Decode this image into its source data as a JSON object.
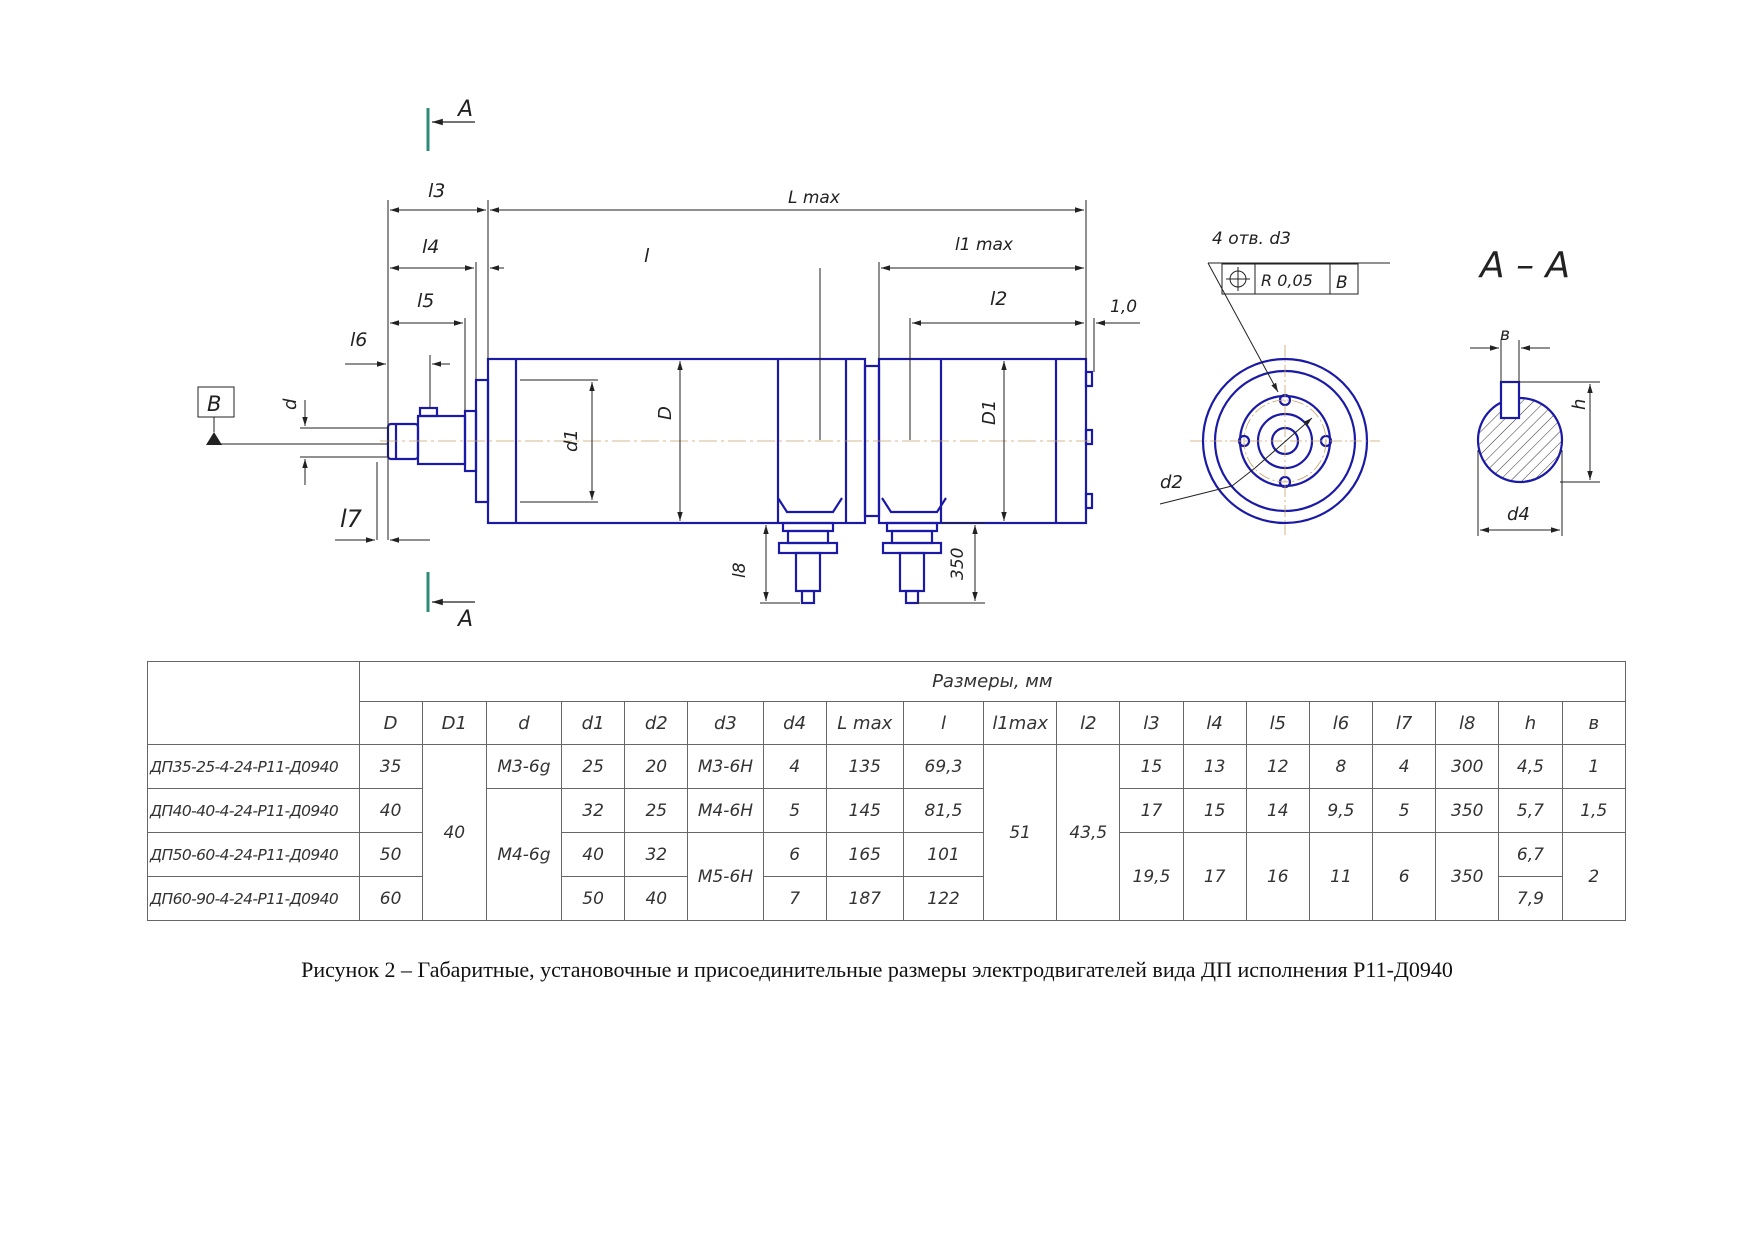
{
  "drawing": {
    "labels": {
      "section_mark": "A",
      "base_mark": "B",
      "l3": "l3",
      "l4": "l4",
      "l5": "l5",
      "l6": "l6",
      "l7": "l7",
      "l8": "l8",
      "L_max": "L max",
      "l": "l",
      "l1_max": "l1 max",
      "l2": "l2",
      "gap": "1,0",
      "d": "d",
      "d1": "d1",
      "D": "D",
      "D1": "D1",
      "lead_350": "350",
      "holes": "4 отв. d3",
      "tol_value": "R 0,05",
      "tol_base": "B",
      "d2": "d2",
      "section_title": "A – A",
      "b": "в",
      "h": "h",
      "d4": "d4"
    }
  },
  "table": {
    "group_header": "Размеры, мм",
    "columns": [
      "D",
      "D1",
      "d",
      "d1",
      "d2",
      "d3",
      "d4",
      "L max",
      "l",
      "l1max",
      "l2",
      "l3",
      "l4",
      "l5",
      "l6",
      "l7",
      "l8",
      "h",
      "в"
    ],
    "models": [
      "ДП35-25-4-24-Р11-Д0940",
      "ДП40-40-4-24-Р11-Д0940",
      "ДП50-60-4-24-Р11-Д0940",
      "ДП60-90-4-24-Р11-Д0940"
    ],
    "D": [
      "35",
      "40",
      "50",
      "60"
    ],
    "D1": "40",
    "d": [
      "М3-6g",
      "М4-6g"
    ],
    "d1": [
      "25",
      "32",
      "40",
      "50"
    ],
    "d2": [
      "20",
      "25",
      "32",
      "40"
    ],
    "d3": [
      "М3-6Н",
      "М4-6Н",
      "М5-6Н"
    ],
    "d4": [
      "4",
      "5",
      "6",
      "7"
    ],
    "L_max": [
      "135",
      "145",
      "165",
      "187"
    ],
    "l": [
      "69,3",
      "81,5",
      "101",
      "122"
    ],
    "l1max": "51",
    "l2": "43,5",
    "l3": [
      "15",
      "17",
      "19,5"
    ],
    "l4": [
      "13",
      "15",
      "17"
    ],
    "l5": [
      "12",
      "14",
      "16"
    ],
    "l6": [
      "8",
      "9,5",
      "11"
    ],
    "l7": [
      "4",
      "5",
      "6"
    ],
    "l8": [
      "300",
      "350",
      "350"
    ],
    "h": [
      "4,5",
      "5,7",
      "6,7",
      "7,9"
    ],
    "b": [
      "1",
      "1,5",
      "2"
    ]
  },
  "caption": "Рисунок 2 – Габаритные, установочные и присоединительные размеры электродвигателей вида ДП исполнения Р11-Д0940",
  "colors": {
    "outline": "#1a1aa6",
    "section_marker": "#2f8a78",
    "dimension": "#222222"
  }
}
